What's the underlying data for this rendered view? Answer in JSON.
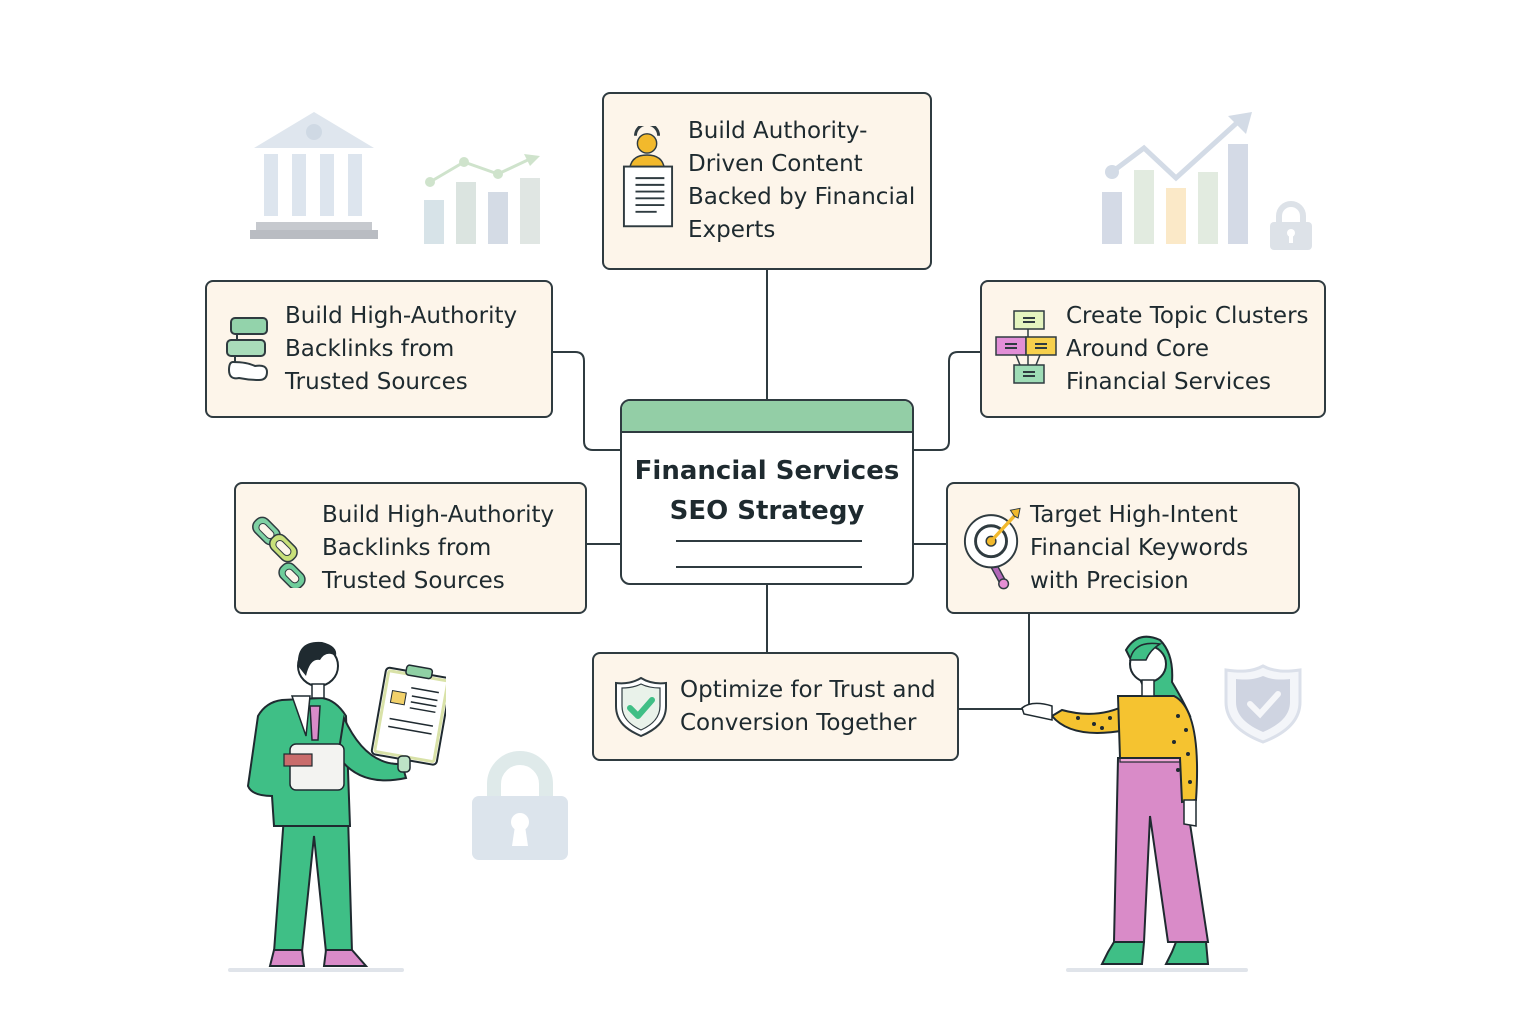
{
  "diagram": {
    "center": {
      "title_line1": "Financial Services",
      "title_line2": "SEO Strategy",
      "header_color": "#93cea6"
    },
    "nodes": [
      {
        "id": "authority-content",
        "text": "Build Authority-\nDriven Content\nBacked by Financial\nExperts",
        "icon": "expert-document-icon"
      },
      {
        "id": "backlinks-top",
        "text": "Build High-Authority\nBacklinks from\nTrusted Sources",
        "icon": "stacked-blocks-icon"
      },
      {
        "id": "topic-clusters",
        "text": "Create Topic Clusters\nAround Core\nFinancial Services",
        "icon": "cluster-diagram-icon"
      },
      {
        "id": "backlinks-bottom",
        "text": "Build High-Authority\nBacklinks from\nTrusted Sources",
        "icon": "chain-link-icon"
      },
      {
        "id": "keywords",
        "text": "Target High-Intent\nFinancial Keywords\nwith Precision",
        "icon": "target-arrow-icon"
      },
      {
        "id": "trust-conversion",
        "text": "Optimize for Trust and\nConversion Together",
        "icon": "shield-check-icon"
      }
    ],
    "colors": {
      "card_bg": "#fdf5ea",
      "outline": "#2f3b40",
      "green": "#3fbf86",
      "pink": "#d98bc8",
      "yellow": "#f5c330"
    }
  },
  "decorations": [
    "bank-building-icon",
    "bar-chart-icon",
    "growth-chart-icon",
    "padlock-icon",
    "shield-check-icon",
    "businessman-illustration",
    "woman-illustration"
  ]
}
